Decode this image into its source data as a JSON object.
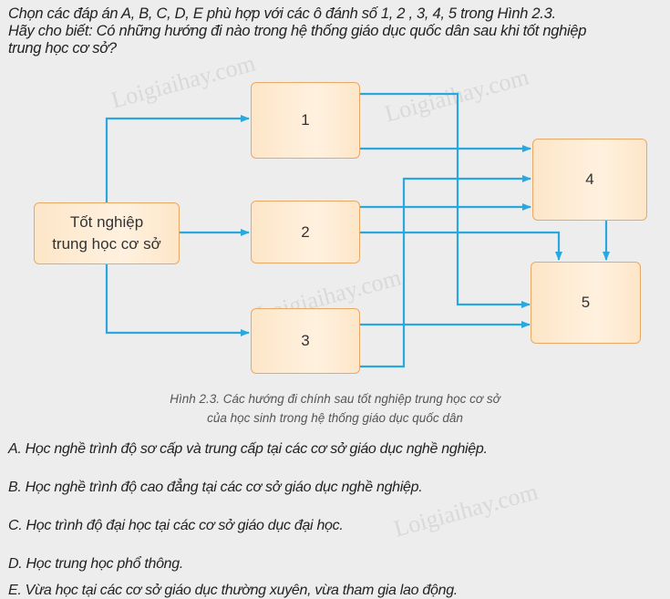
{
  "question": {
    "lines": [
      "Chọn các đáp án A, B, C, D, E phù hợp với các ô đánh số 1, 2 , 3, 4, 5 trong Hình 2.3.",
      "Hãy cho biết: Có những hướng đi nào trong hệ thống giáo dục quốc dân sau khi tốt nghiệp",
      "trung học cơ sở?"
    ]
  },
  "diagram": {
    "source_line1": "Tốt nghiệp",
    "source_line2": "trung học cơ sở",
    "boxes": [
      "1",
      "2",
      "3",
      "4",
      "5"
    ],
    "arrow_color": "#29a8df"
  },
  "caption": {
    "line1": "Hình 2.3. Các hướng đi chính sau tốt nghiệp trung học cơ sở",
    "line2": "của học sinh trong hệ thống giáo dục quốc dân"
  },
  "options": [
    "A. Học nghề trình độ sơ cấp và trung cấp tại các cơ sở giáo dục nghề nghiệp.",
    "B. Học nghề trình độ cao đẳng tại các cơ sở giáo dục nghề nghiệp.",
    "C. Học trình độ đại học tại các cơ sở giáo dục đại học.",
    "D. Học trung học phổ thông.",
    "E. Vừa học tại các cơ sở giáo dục thường xuyên, vừa tham gia lao động."
  ],
  "watermark": "Loigiaihay.com"
}
